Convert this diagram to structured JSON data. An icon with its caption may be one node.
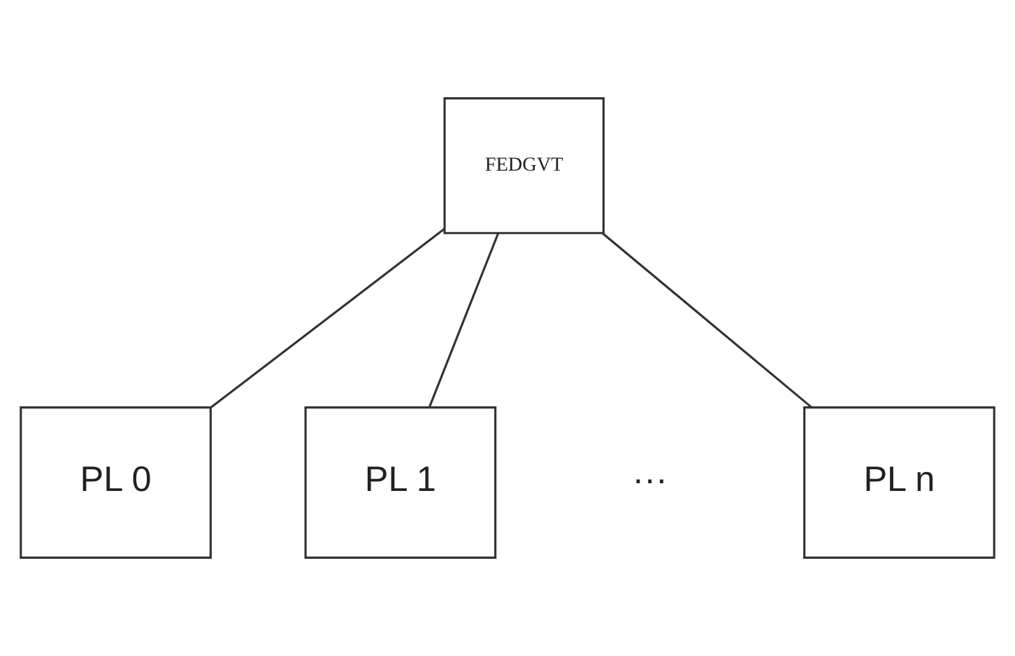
{
  "diagram": {
    "nodes": [
      {
        "text": [
          "FEDGVT"
        ]
      },
      {
        "text": [
          "PL 0"
        ]
      },
      {
        "text": [
          "PL 1"
        ]
      },
      {
        "text": [
          "PL n"
        ]
      }
    ],
    "edges": [
      {
        "from": 0,
        "to": 1,
        "arrow": "none"
      },
      {
        "from": 0,
        "to": 2,
        "arrow": "none"
      },
      {
        "from": 0,
        "to": 3,
        "arrow": "none"
      }
    ],
    "labels": [
      "···"
    ]
  }
}
